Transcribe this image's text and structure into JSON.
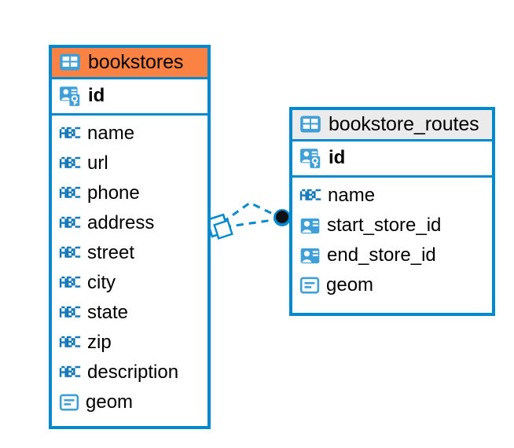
{
  "diagram": {
    "type": "entity-relationship-diagram",
    "background_color": "#ffffff",
    "accent_color": "#0089cf",
    "selected_color": "#fb8243",
    "header_plain_color": "#ebebeb"
  },
  "entities": [
    {
      "name": "bookstores",
      "selected": true,
      "header_icon": "table-icon",
      "primary_key": {
        "label": "id",
        "icon": "primary-key-icon"
      },
      "fields": [
        {
          "label": "name",
          "icon": "abc-text-icon"
        },
        {
          "label": "url",
          "icon": "abc-text-icon"
        },
        {
          "label": "phone",
          "icon": "abc-text-icon"
        },
        {
          "label": "address",
          "icon": "abc-text-icon"
        },
        {
          "label": "street",
          "icon": "abc-text-icon"
        },
        {
          "label": "city",
          "icon": "abc-text-icon"
        },
        {
          "label": "state",
          "icon": "abc-text-icon"
        },
        {
          "label": "zip",
          "icon": "abc-text-icon"
        },
        {
          "label": "description",
          "icon": "abc-text-icon"
        },
        {
          "label": "geom",
          "icon": "geometry-icon"
        }
      ]
    },
    {
      "name": "bookstore_routes",
      "selected": false,
      "header_icon": "table-icon",
      "primary_key": {
        "label": "id",
        "icon": "primary-key-icon"
      },
      "fields": [
        {
          "label": "name",
          "icon": "abc-text-icon"
        },
        {
          "label": "start_store_id",
          "icon": "foreign-key-icon"
        },
        {
          "label": "end_store_id",
          "icon": "foreign-key-icon"
        },
        {
          "label": "geom",
          "icon": "geometry-icon"
        }
      ]
    }
  ],
  "relationship": {
    "source_entity": "bookstores",
    "target_entity": "bookstore_routes",
    "source_marker": "diamond",
    "target_marker": "filled-circle",
    "line_style": "dashed",
    "line_color": "#0089cf"
  },
  "icon_glyphs": {
    "abc-text-icon": "ABC"
  }
}
